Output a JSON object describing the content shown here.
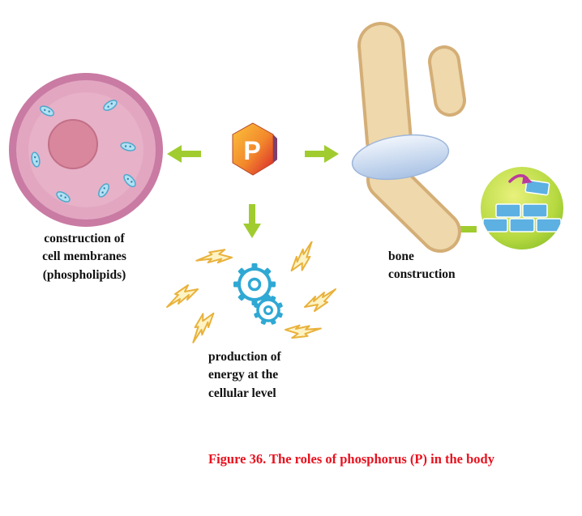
{
  "phosphorus": {
    "symbol": "P"
  },
  "labels": {
    "cell": "construction of\ncell membranes\n(phospholipids)",
    "bone": "bone\nconstruction",
    "energy": "production of\nenergy at the\ncellular level"
  },
  "caption": "Figure 36. The roles of phosphorus (P) in the body",
  "icons": {
    "phosphorus_badge": "hexagonal-gem-with-letter-P",
    "cell": "pink-cell-with-nucleus-and-organelles",
    "bone": "bone-joint-with-blue-cartilage",
    "construction": "blue-bricks-stacked-in-green-circle",
    "energy": "cyan-gears-with-lightning-bolts",
    "arrows": "green-block-arrows"
  },
  "colors": {
    "arrow": "#a0cc30",
    "caption": "#e8111e",
    "gear": "#2fa8d4",
    "bolt_fill": "#fdf3c4",
    "bolt_stroke": "#e9b23c",
    "brick": "#5cb0e2"
  }
}
